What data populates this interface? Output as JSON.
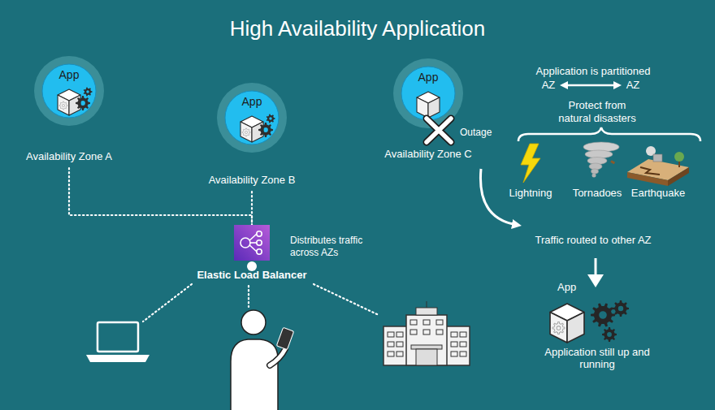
{
  "diagram": {
    "title": "High Availability Application",
    "nodes": [
      {
        "text": [
          "App",
          "Availability Zone A"
        ]
      },
      {
        "text": [
          "App",
          "Availability Zone B"
        ]
      },
      {
        "text": [
          "App",
          "Availability Zone C"
        ]
      },
      {
        "text": [
          "Elastic Load Balancer"
        ]
      },
      {
        "text": [
          "App",
          "Application still up and running"
        ]
      }
    ],
    "edges": [
      {
        "from": 0,
        "to": 3,
        "arrow": "none"
      },
      {
        "from": 1,
        "to": 3,
        "arrow": "none"
      }
    ],
    "labels": [
      "Outage",
      "Application is partitioned",
      "AZ",
      "AZ",
      "Protect from natural disasters",
      "Lightning",
      "Tornadoes",
      "Earthquake",
      "Traffic routed to other AZ",
      "Distributes traffic across AZs"
    ]
  }
}
